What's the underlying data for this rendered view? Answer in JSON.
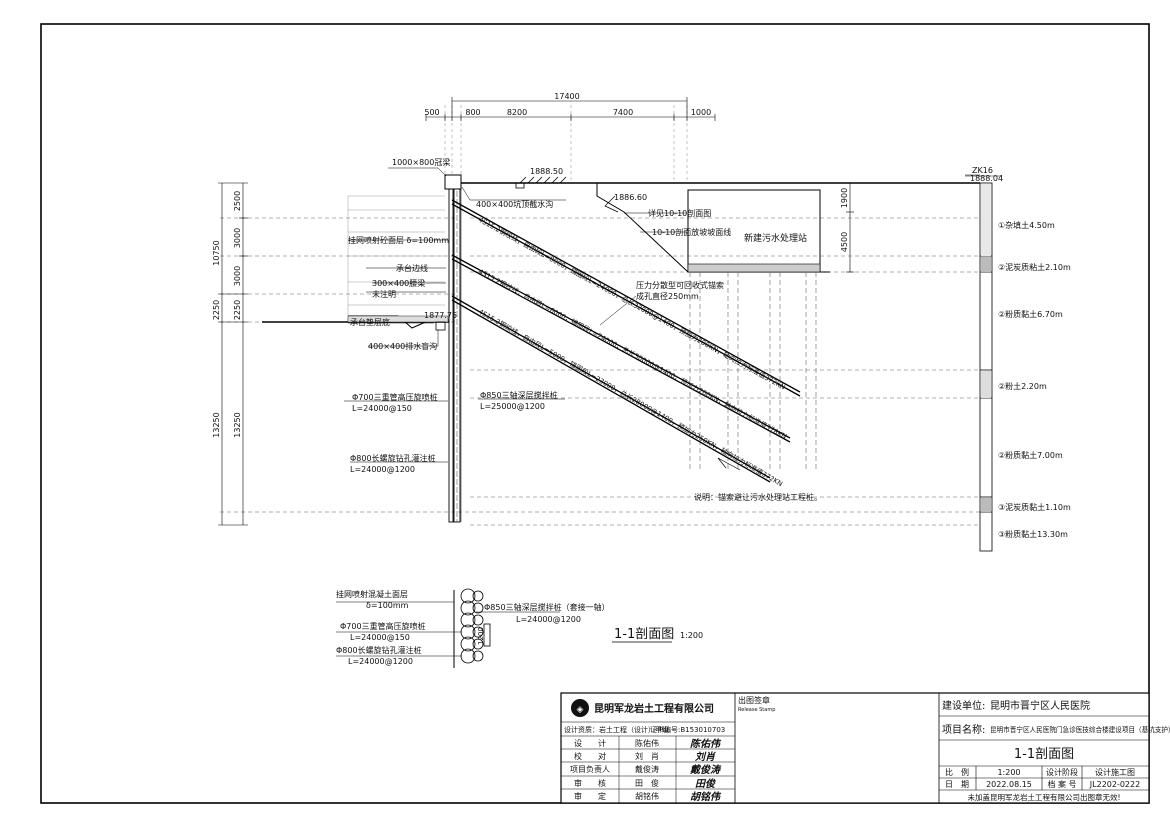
{
  "dimensions": {
    "top_total": "17400",
    "top_parts": [
      "500",
      "800",
      "8200",
      "7400",
      "1000"
    ],
    "left_outer": [
      "10750",
      "2250",
      "13250"
    ],
    "left_inner": [
      "2500",
      "3000",
      "3000",
      "2250",
      "13250"
    ],
    "right_drop": [
      "1900",
      "4500"
    ]
  },
  "elevations": {
    "ground": "1888.50",
    "station_top": "1886.60",
    "base_level": "1877.75",
    "borehole_id": "ZK16",
    "borehole_elev": "1888.04"
  },
  "labels": {
    "cap_beam": "1000×800冠梁",
    "top_ditch": "400×400坑顶截水沟",
    "shotcrete": "挂网喷射砼面层 δ=100mm",
    "cap_line": "承台边线",
    "waist_beam_1": "300×400腰梁",
    "waist_beam_2": "未注明",
    "cap_base": "承台垫层底",
    "drain_ditch": "400×400排水盲沟",
    "jet_pile_1": "Φ700三重管高压旋喷桩",
    "jet_pile_2": "L=24000@150",
    "mix_pile_1": "Φ850三轴深层搅拌桩",
    "mix_pile_2": "L=25000@1200",
    "bored_pile_1": "Φ800长螺旋钻孔灌注桩",
    "bored_pile_2": "L=24000@1200",
    "see_section": "详见10-10剖面图",
    "slope_note": "10-10剖面放坡坡面线",
    "station": "新建污水处理站",
    "anchor_type_1": "压力分散型可回收式锚索",
    "anchor_type_2": "成孔直径250mm",
    "note": "说明：锚索避让污水处理站工程桩。"
  },
  "anchors": [
    "4S15.2钢绞线，自由段L=8000，锚固段L=24000，总长32000@1400，预加力200KN，轴向拉力标准值372KN",
    "4S15.2钢绞线，自由段L=6000，锚固段L=24000，总长30000@1400，预加力200KN，轴向拉力标准值378KN",
    "4S15.2钢绞线，自由段L=5000，锚固段L=23000，总长28000@1400，预加力250KN，轴向拉力标准值372KN"
  ],
  "strata": [
    "①杂填土4.50m",
    "②泥炭质粘土2.10m",
    "②粉质黏土6.70m",
    "②粉土2.20m",
    "②粉质黏土7.00m",
    "③泥炭质黏土1.10m",
    "③粉质黏土13.30m"
  ],
  "plan": {
    "shotcrete_1": "挂网喷射混凝土面层",
    "shotcrete_2": "δ=100mm",
    "jet_1": "Φ700三重管高压旋喷桩",
    "jet_2": "L=24000@150",
    "bored_1": "Φ800长螺旋钻孔灌注桩",
    "bored_2": "L=24000@1200",
    "mix_1": "Φ850三轴深层搅拌桩（套接一轴）",
    "mix_2": "L=24000@1200",
    "dim": "1200"
  },
  "view_title": "1-1剖面图",
  "view_scale": "1:200",
  "title_block": {
    "company": "昆明军龙岩土工程有限公司",
    "qualification": "设计资质：岩土工程（设计）甲级",
    "cert": "证书编号:B153010703",
    "stamp_cn": "出图签章",
    "stamp_en": "Release Stamp",
    "roles": [
      {
        "role": "设　　计",
        "name": "陈佑伟",
        "sign": "陈佑伟"
      },
      {
        "role": "校　　对",
        "name": "刘　肖",
        "sign": "刘肖"
      },
      {
        "role": "项目负责人",
        "name": "戴俊涛",
        "sign": "戴俊涛"
      },
      {
        "role": "审　　核",
        "name": "田　俊",
        "sign": "田俊"
      },
      {
        "role": "审　　定",
        "name": "胡铭伟",
        "sign": "胡铭伟"
      }
    ],
    "client_label": "建设单位:",
    "client": "昆明市晋宁区人民医院",
    "project_label": "项目名称:",
    "project": "昆明市晋宁区人民医院门急诊医技综合楼建设项目（基坑支护）",
    "drawing_title": "1-1剖面图",
    "scale_label": "比　例",
    "scale": "1:200",
    "stage_label": "设计阶段",
    "stage": "设计施工图",
    "date_label": "日　期",
    "date": "2022.08.15",
    "file_label": "档 案 号",
    "file": "JL2202-0222",
    "footer": "未加盖昆明军龙岩土工程有限公司出图章无效!"
  }
}
